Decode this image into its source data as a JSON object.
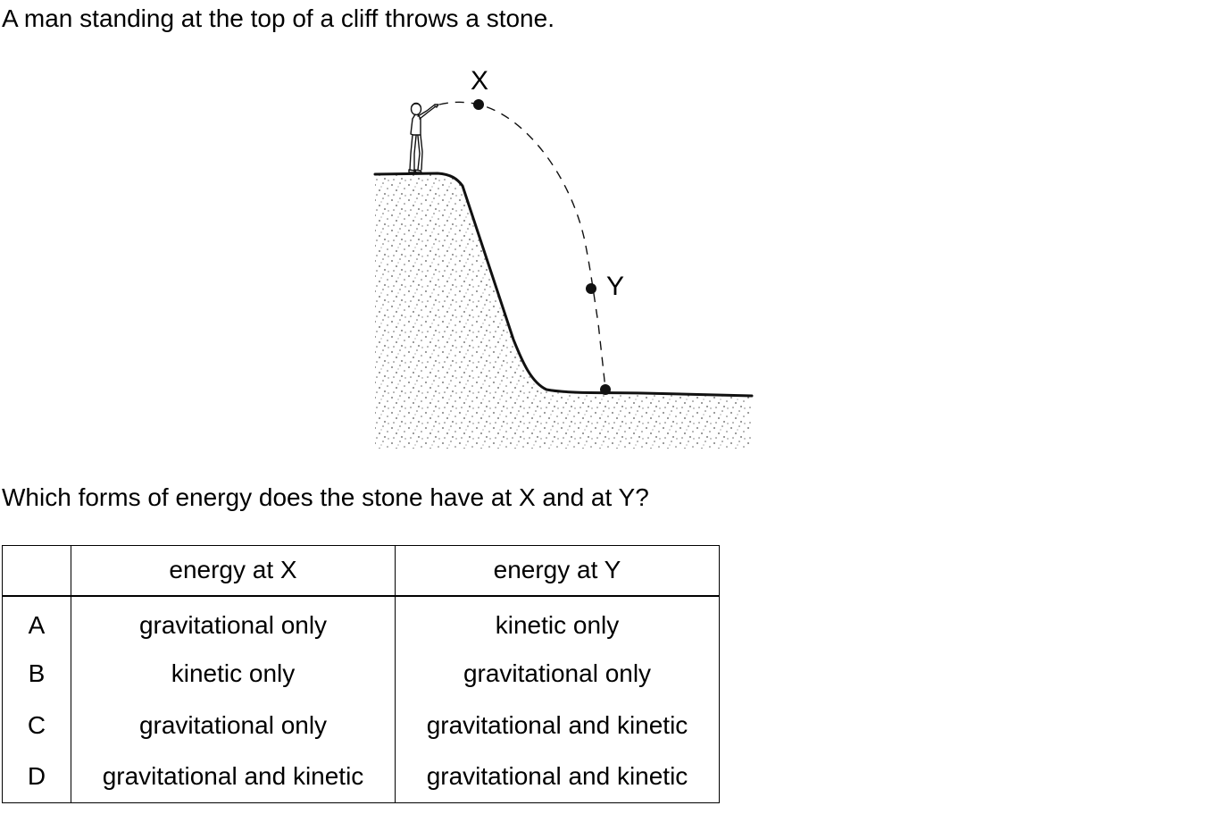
{
  "intro_text": "A man standing at the top of a cliff throws a stone.",
  "diagram": {
    "point_x_label": "X",
    "point_y_label": "Y"
  },
  "question_text": "Which forms of energy does the stone have at X and at Y?",
  "table": {
    "headers": [
      "",
      "energy at X",
      "energy at Y"
    ],
    "rows": [
      {
        "letter": "A",
        "x": "gravitational only",
        "y": "kinetic only"
      },
      {
        "letter": "B",
        "x": "kinetic only",
        "y": "gravitational only"
      },
      {
        "letter": "C",
        "x": "gravitational only",
        "y": "gravitational and kinetic"
      },
      {
        "letter": "D",
        "x": "gravitational and kinetic",
        "y": "gravitational and kinetic"
      }
    ]
  }
}
